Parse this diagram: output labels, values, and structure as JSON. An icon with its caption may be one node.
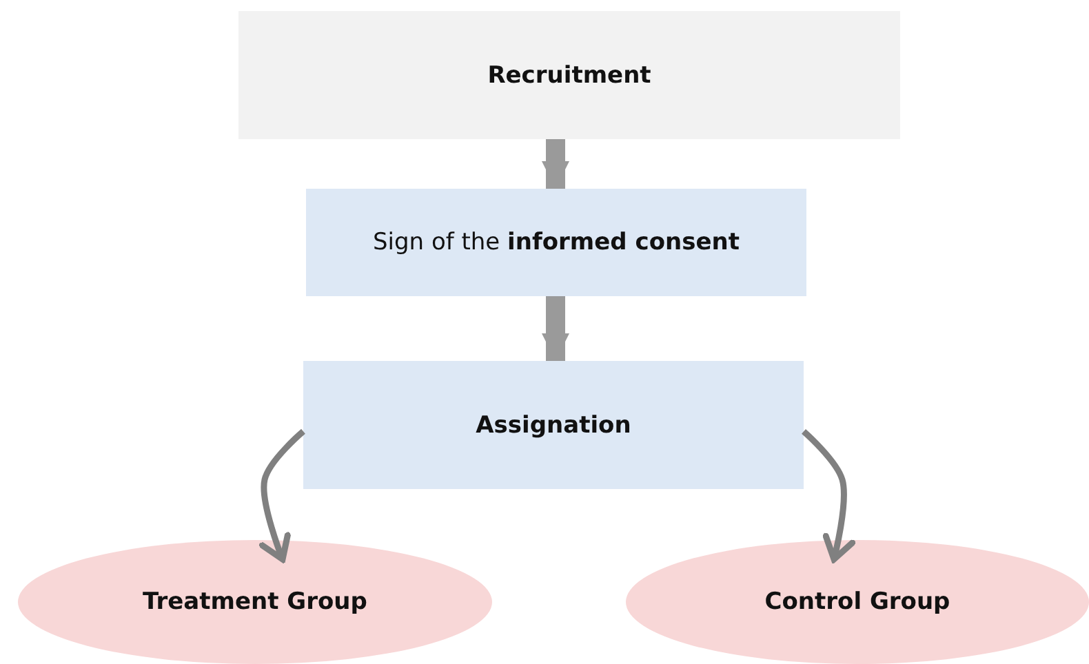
{
  "diagram": {
    "nodes": [
      {
        "text": [
          "Recruitment"
        ]
      },
      {
        "text": [
          "Sign of the **informed consent**"
        ]
      },
      {
        "text": [
          "Assignation"
        ]
      },
      {
        "text": [
          "Treatment Group"
        ]
      },
      {
        "text": [
          "Control Group"
        ]
      }
    ],
    "edges": [
      {
        "from": 0,
        "to": 1,
        "arrow": "to",
        "style": "thick"
      },
      {
        "from": 1,
        "to": 2,
        "arrow": "to",
        "style": "thick"
      },
      {
        "from": 2,
        "to": 3,
        "arrow": "to"
      },
      {
        "from": 2,
        "to": 4,
        "arrow": "to"
      }
    ]
  }
}
